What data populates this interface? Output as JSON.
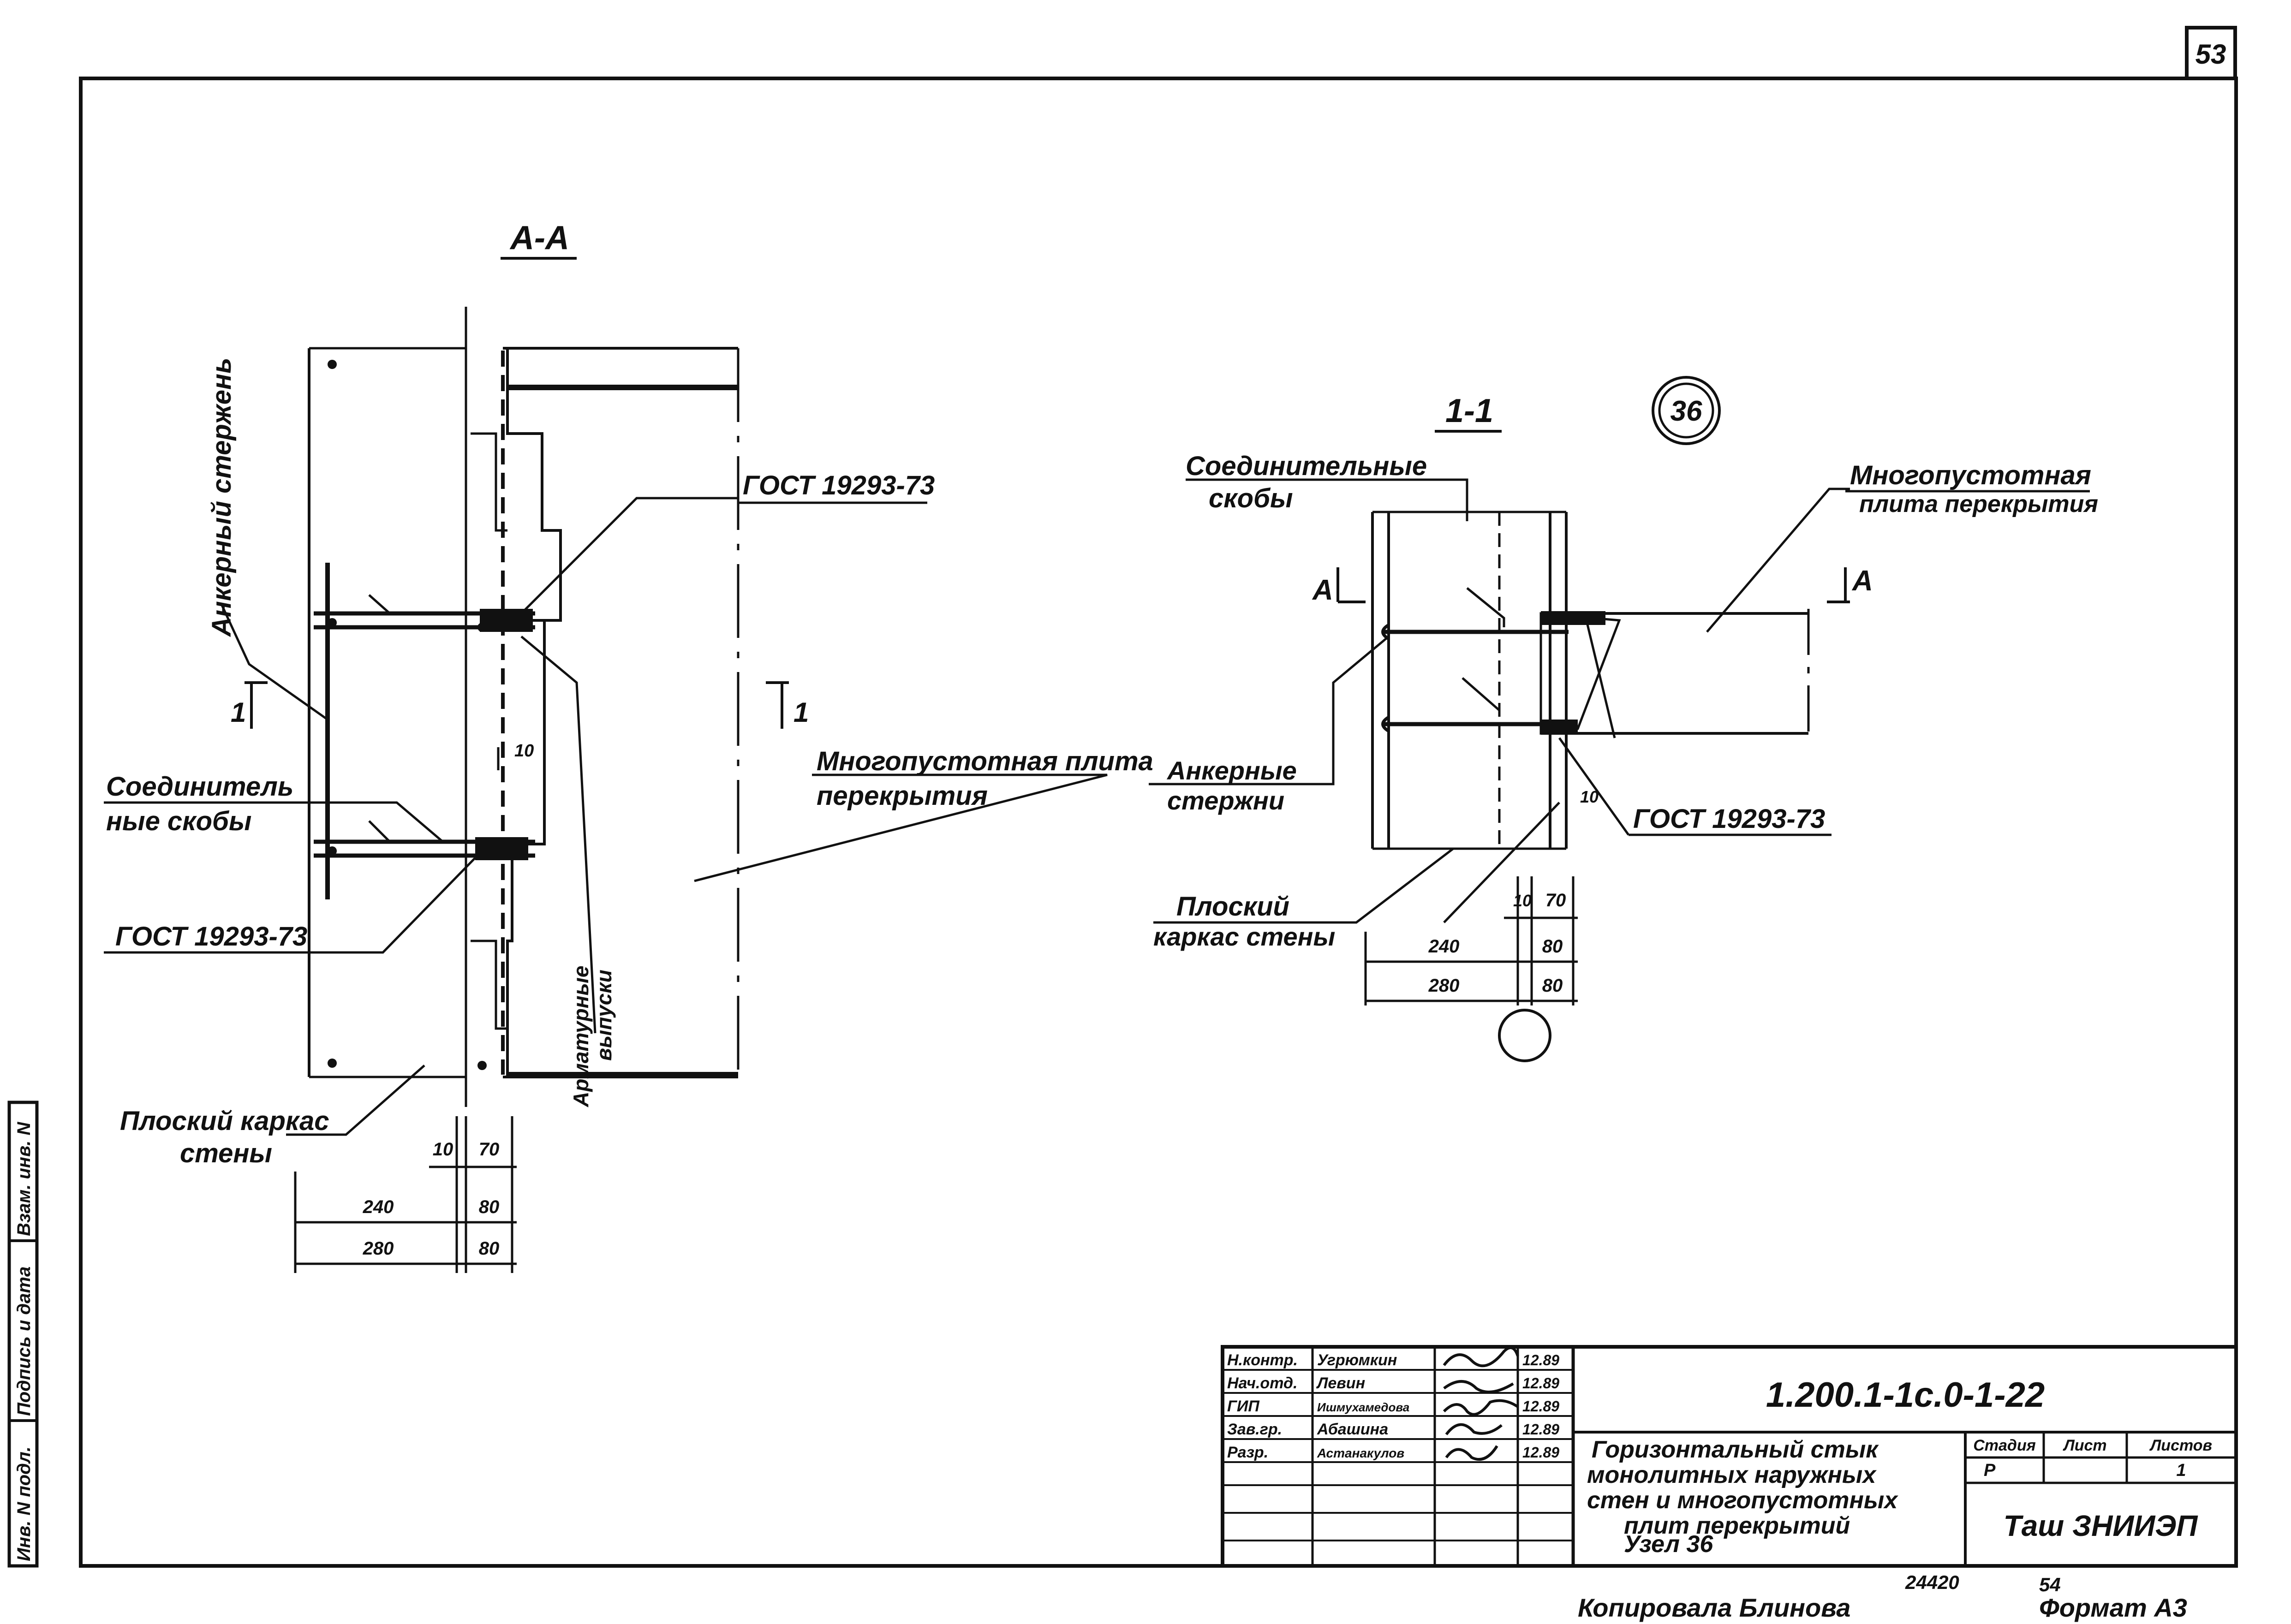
{
  "page_number": "53",
  "views": {
    "section_aa": {
      "title": "А-А",
      "labels": {
        "anchor_rod": "Анкерный стержень",
        "gost_top": "ГОСТ 19293-73",
        "connecting_brackets_1": "Соединитель",
        "connecting_brackets_2": "ные скобы",
        "slab_1": "Многопустотная плита",
        "slab_2": "перекрытия",
        "gost_bottom": "ГОСТ 19293-73",
        "rebar_outlets_1": "Арматурные",
        "rebar_outlets_2": "выпуски",
        "frame_1": "Плоский каркас",
        "frame_2": "стены",
        "cut_left": "1",
        "cut_right": "1",
        "dim_10": "10"
      },
      "dimensions": {
        "d10": "10",
        "d70": "70",
        "d240": "240",
        "d80a": "80",
        "d280": "280",
        "d80b": "80"
      }
    },
    "section_11": {
      "title": "1-1",
      "node_number": "36",
      "labels": {
        "connecting_brackets_1": "Соединительные",
        "connecting_brackets_2": "скобы",
        "slab_1": "Многопустотная",
        "slab_2": "плита перекрытия",
        "cut_left": "А",
        "cut_right": "А",
        "anchor_rods_1": "Анкерные",
        "anchor_rods_2": "стержни",
        "gost": "ГОСТ 19293-73",
        "frame_1": "Плоский",
        "frame_2": "каркас стены",
        "dim_10": "10"
      },
      "dimensions": {
        "d10": "10",
        "d70": "70",
        "d240": "240",
        "d80a": "80",
        "d280": "280",
        "d80b": "80"
      }
    }
  },
  "side_stamp": {
    "inv_podl": "Инв. N подл.",
    "podpis_data": "Подпись и дата",
    "vzam_inv": "Взам. инв. N"
  },
  "title_block": {
    "signatures": [
      {
        "role": "Н.контр.",
        "name": "Угрюмкин",
        "date": "12.89"
      },
      {
        "role": "Нач.отд.",
        "name": "Левин",
        "date": "12.89"
      },
      {
        "role": "ГИП",
        "name": "Ишмухамедова",
        "date": "12.89"
      },
      {
        "role": "Зав.гр.",
        "name": "Абашина",
        "date": "12.89"
      },
      {
        "role": "Разр.",
        "name": "Астанакулов",
        "date": "12.89"
      }
    ],
    "designation": "1.200.1-1с.0-1-22",
    "title_lines": [
      "Горизонтальный стык",
      "монолитных наружных",
      "стен и многопустотных",
      "плит перекрытий",
      "Узел 36"
    ],
    "stage_label": "Стадия",
    "sheet_label": "Лист",
    "sheets_label": "Листов",
    "stage": "Р",
    "sheet": "",
    "sheets": "1",
    "organization": "Таш ЗНИИЭП"
  },
  "footer": {
    "number_a": "24420",
    "number_b": "54",
    "copied_by": "Копировала  Блинова",
    "format": "Формат А3"
  }
}
